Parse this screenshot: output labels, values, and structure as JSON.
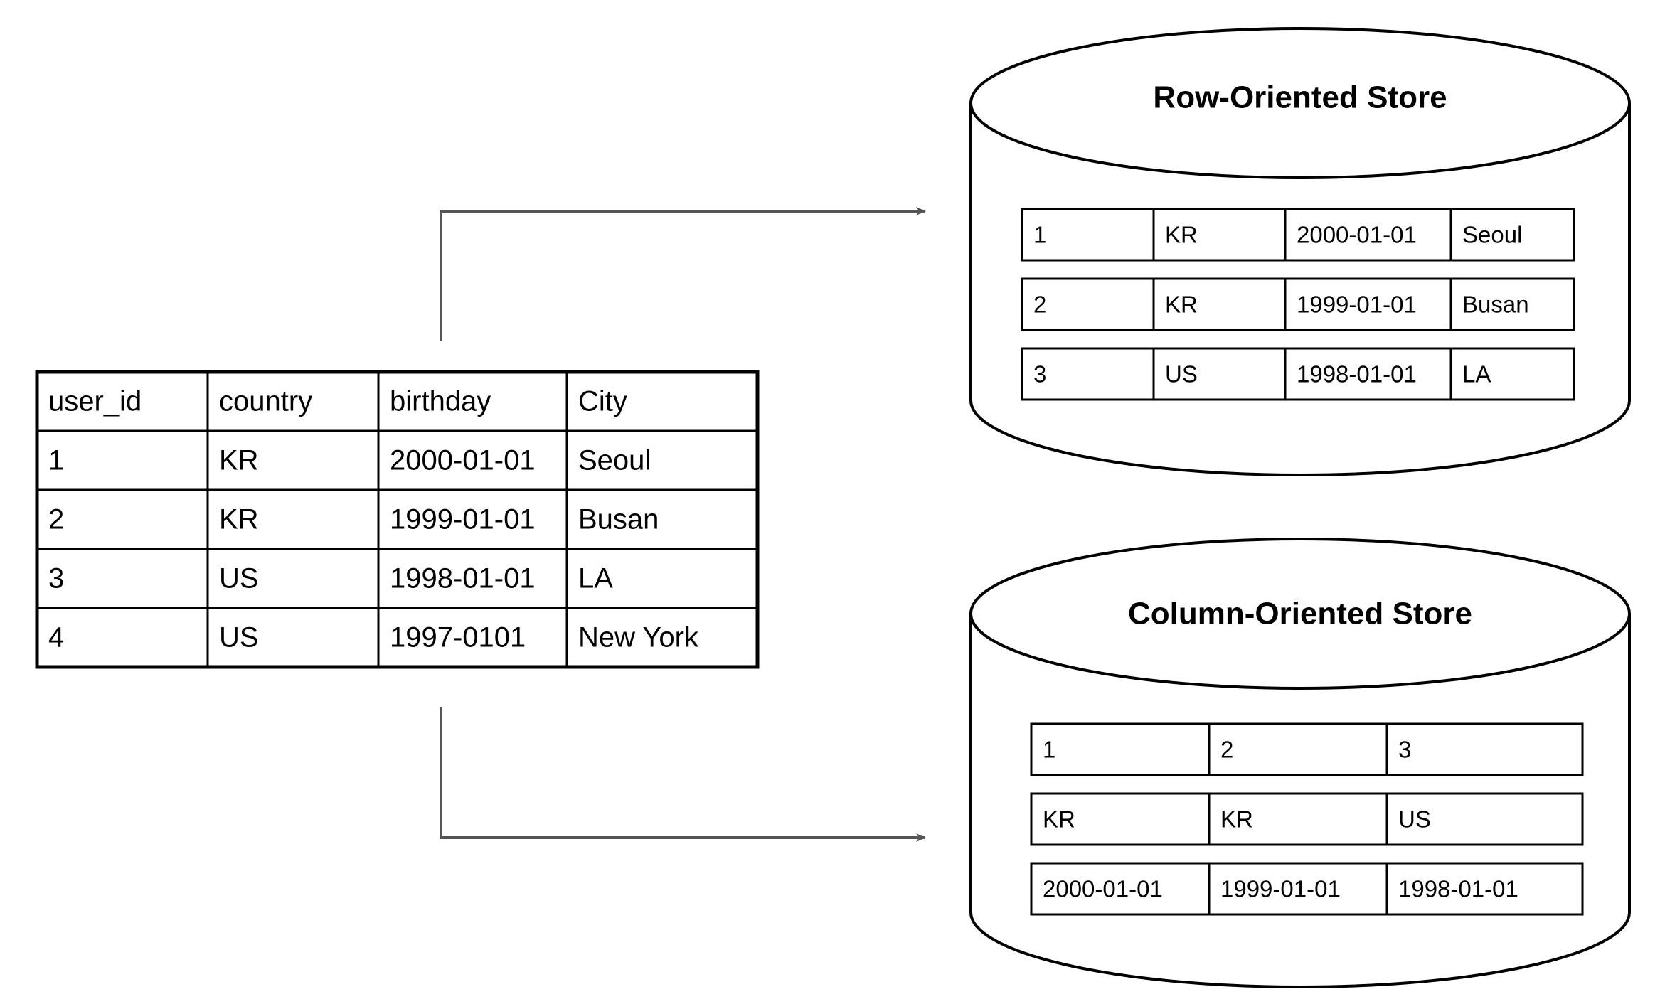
{
  "source_table": {
    "headers": [
      "user_id",
      "country",
      "birthday",
      "City"
    ],
    "rows": [
      [
        "1",
        "KR",
        "2000-01-01",
        "Seoul"
      ],
      [
        "2",
        "KR",
        "1999-01-01",
        "Busan"
      ],
      [
        "3",
        "US",
        "1998-01-01",
        "LA"
      ],
      [
        "4",
        "US",
        "1997-0101",
        "New York"
      ]
    ]
  },
  "row_store": {
    "title": "Row-Oriented Store",
    "rows": [
      [
        "1",
        "KR",
        "2000-01-01",
        "Seoul"
      ],
      [
        "2",
        "KR",
        "1999-01-01",
        "Busan"
      ],
      [
        "3",
        "US",
        "1998-01-01",
        "LA"
      ]
    ]
  },
  "column_store": {
    "title": "Column-Oriented Store",
    "rows": [
      [
        "1",
        "2",
        "3"
      ],
      [
        "KR",
        "KR",
        "US"
      ],
      [
        "2000-01-01",
        "1999-01-01",
        "1998-01-01"
      ]
    ]
  },
  "colors": {
    "stroke": "#000000",
    "arrow": "#555555",
    "background": "#ffffff"
  }
}
